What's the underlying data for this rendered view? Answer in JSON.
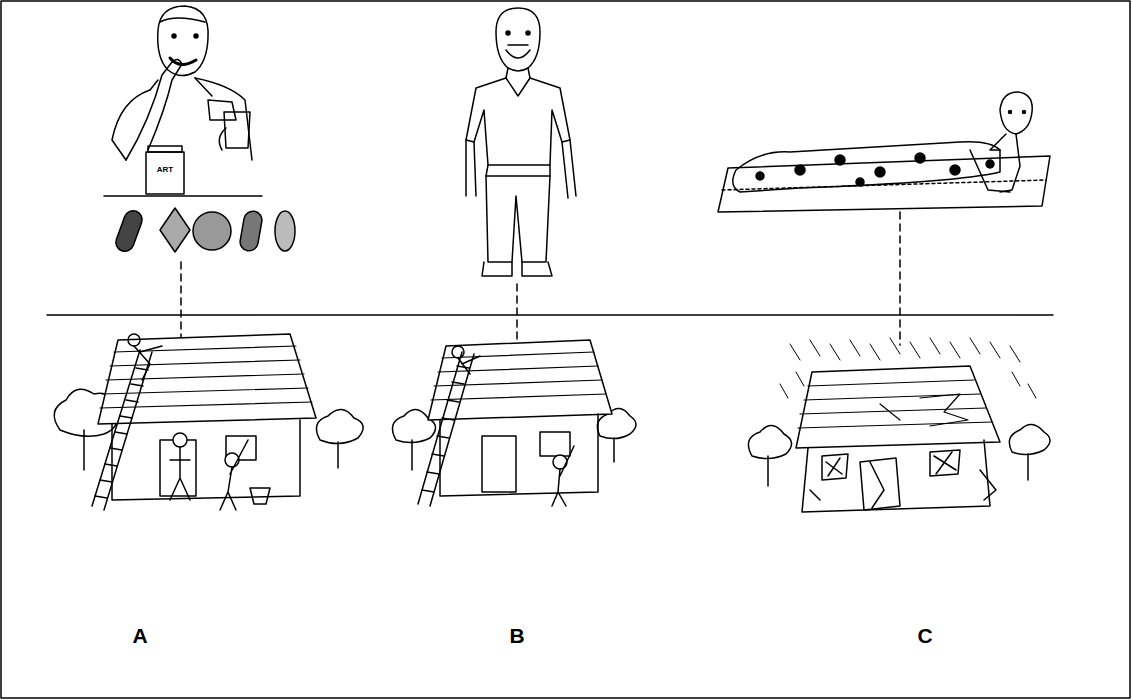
{
  "diagram": {
    "labels": [
      "ART",
      "A",
      "B",
      "C"
    ]
  }
}
